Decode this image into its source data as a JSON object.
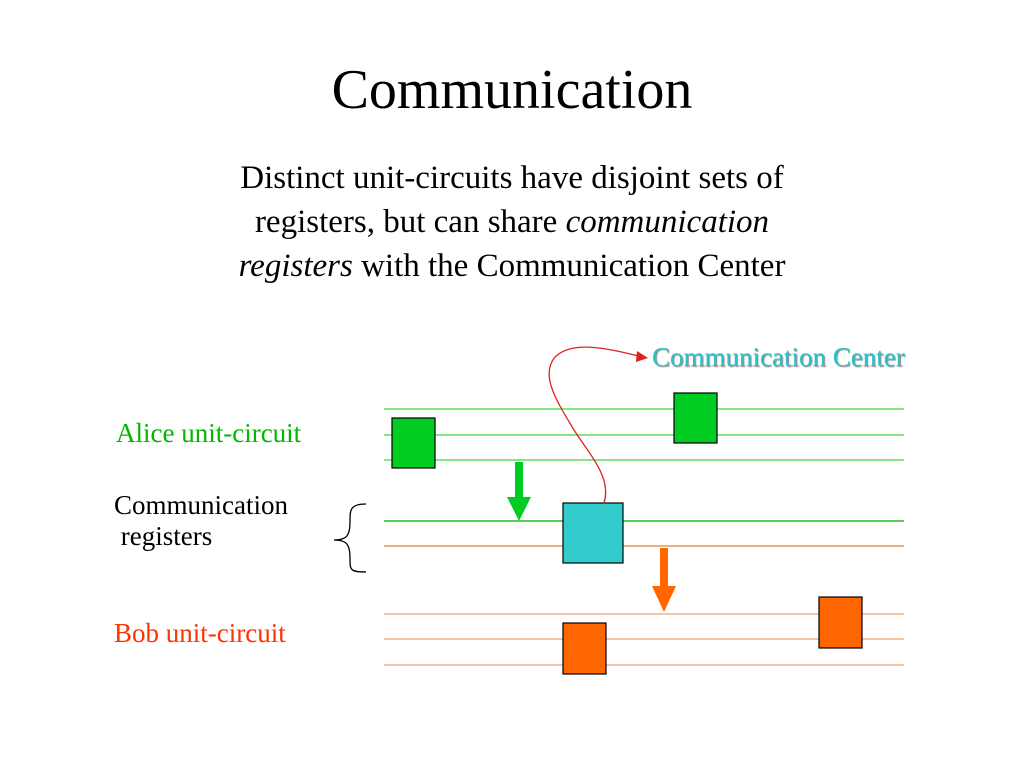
{
  "slide": {
    "title": "Communication",
    "subtitle": {
      "line1": "Distinct unit-circuits have disjoint sets of",
      "line2_plain": "registers, but can share ",
      "line2_italic": "communication",
      "line3_italic": "registers",
      "line3_plain": " with the Communication Center"
    }
  },
  "diagram": {
    "labels": {
      "communication_center": "Communication Center",
      "alice": "Alice unit-circuit",
      "comm_registers_line1": "Communication",
      "comm_registers_line2": " registers",
      "bob": "Bob unit-circuit"
    },
    "colors": {
      "green": "#00cc22",
      "green_line": "#3ed63e",
      "orange": "#ff6600",
      "orange_line": "#f0a070",
      "cyan": "#33cccc",
      "red_curve": "#e02020",
      "cc_label": "#29c2c9"
    }
  }
}
